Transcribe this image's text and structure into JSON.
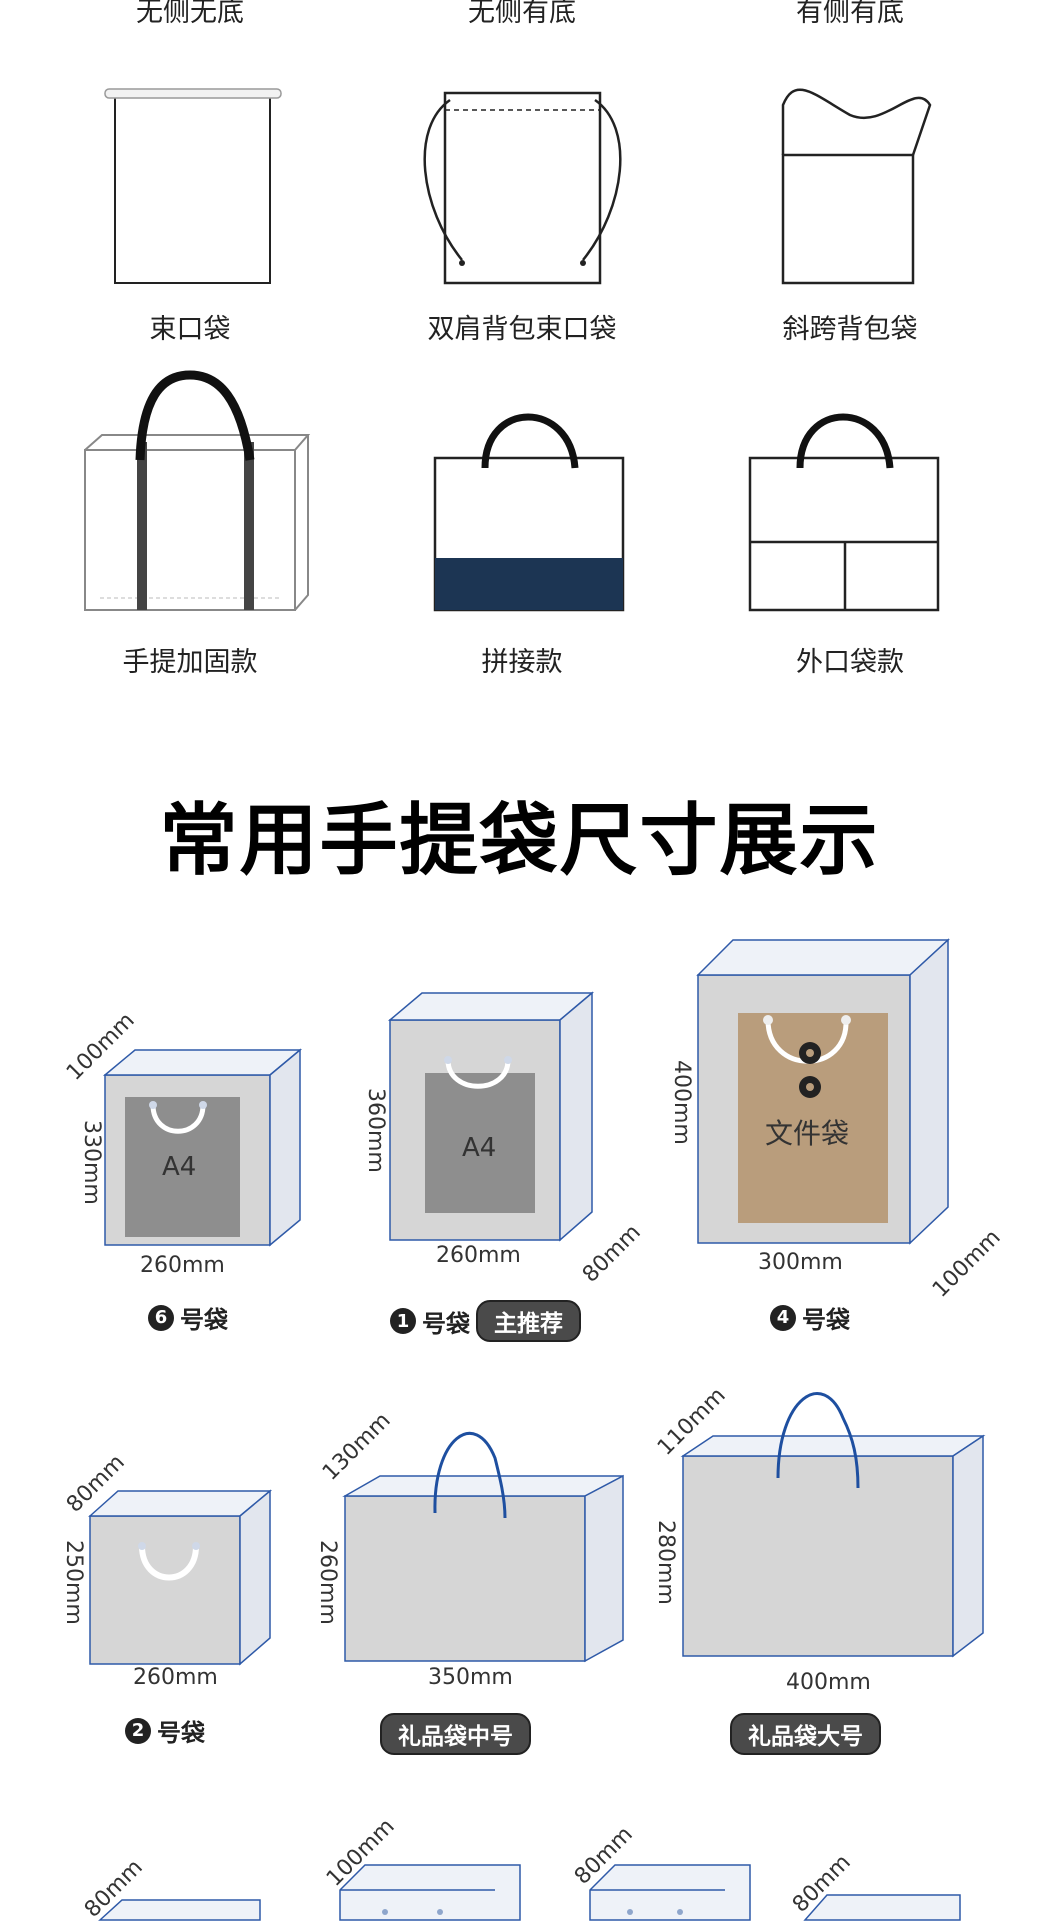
{
  "row0": {
    "labels": [
      "无侧无底",
      "无侧有底",
      "有侧有底"
    ]
  },
  "row1": {
    "labels": [
      "束口袋",
      "双肩背包束口袋",
      "斜跨背包袋"
    ]
  },
  "row2": {
    "labels": [
      "手提加固款",
      "拼接款",
      "外口袋款"
    ]
  },
  "section_title": "常用手提袋尺寸展示",
  "sizes_row1": [
    {
      "depth": "100mm",
      "height": "330mm",
      "width": "260mm",
      "inner": "A4",
      "num": "6",
      "name": "号袋",
      "badge": ""
    },
    {
      "depth": "80mm",
      "height": "360mm",
      "width": "260mm",
      "inner": "A4",
      "num": "1",
      "name": "号袋",
      "badge": "主推荐"
    },
    {
      "depth": "100mm",
      "height": "400mm",
      "width": "300mm",
      "inner": "文件袋",
      "num": "4",
      "name": "号袋",
      "badge": ""
    }
  ],
  "sizes_row2": [
    {
      "depth": "80mm",
      "height": "250mm",
      "width": "260mm",
      "num": "2",
      "name": "号袋"
    },
    {
      "depth": "130mm",
      "height": "260mm",
      "width": "350mm",
      "badge": "礼品袋中号"
    },
    {
      "depth": "110mm",
      "height": "280mm",
      "width": "400mm",
      "badge": "礼品袋大号"
    }
  ],
  "sizes_row3": [
    {
      "depth": "80mm"
    },
    {
      "depth": "100mm"
    },
    {
      "depth": "80mm"
    },
    {
      "depth": "80mm"
    }
  ],
  "colors": {
    "navy": "#1c3553",
    "box_blue": "#2f5aa8",
    "gray_fill": "#d6d6d6",
    "kraft": "#b99d7c"
  }
}
